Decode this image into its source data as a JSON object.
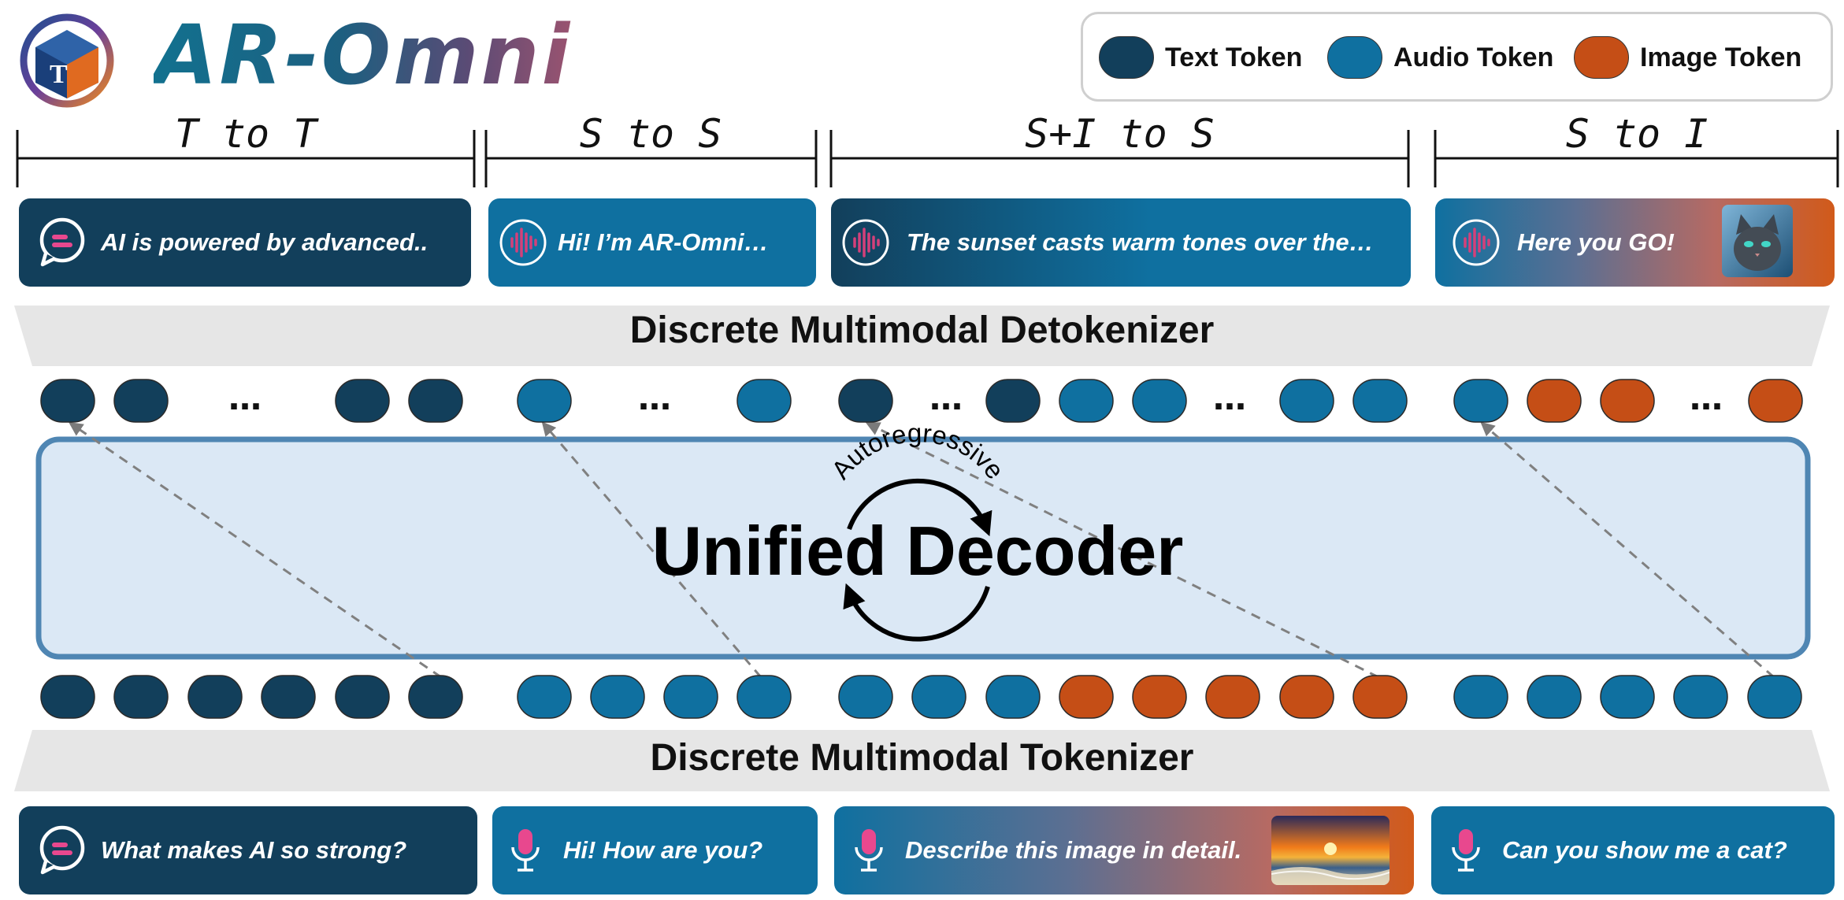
{
  "title": "AR-Omni",
  "logo_icon": "ar-omni-logo-icon",
  "colors": {
    "text_token": "#123f5b",
    "audio_token": "#0f70a0",
    "image_token": "#c54e16",
    "decoder_fill": "#dbe8f5",
    "decoder_border": "#4f86b3"
  },
  "legend": [
    {
      "label": "Text Token",
      "color": "#123f5b"
    },
    {
      "label": "Audio Token",
      "color": "#0f70a0"
    },
    {
      "label": "Image Token",
      "color": "#c54e16"
    }
  ],
  "tasks": [
    {
      "label": "T to T",
      "output": "AI is powered by advanced..",
      "output_icon": "chat-bubble-icon",
      "input": "What makes AI so strong?",
      "input_icon": "chat-bubble-icon"
    },
    {
      "label": "S to S",
      "output": "Hi! I’m AR-Omni…",
      "output_icon": "sound-wave-icon",
      "input": "Hi! How are you?",
      "input_icon": "microphone-icon"
    },
    {
      "label": "S+I to S",
      "output": "The sunset casts warm tones over the…",
      "output_icon": "sound-wave-icon",
      "input": "Describe this image in detail.",
      "input_icon": "microphone-icon"
    },
    {
      "label": "S to I",
      "output": "Here you GO!",
      "output_icon": "sound-wave-icon",
      "input": "Can you show me a cat?",
      "input_icon": "microphone-icon"
    }
  ],
  "detokenizer_label": "Discrete Multimodal Detokenizer",
  "tokenizer_label": "Discrete Multimodal Tokenizer",
  "decoder_label": "Unified Decoder",
  "autoregressive_label": "Autoregressive",
  "ellipsis": "…",
  "images": {
    "input_image_icon": "sunset-beach-image",
    "output_image_icon": "cat-image"
  }
}
